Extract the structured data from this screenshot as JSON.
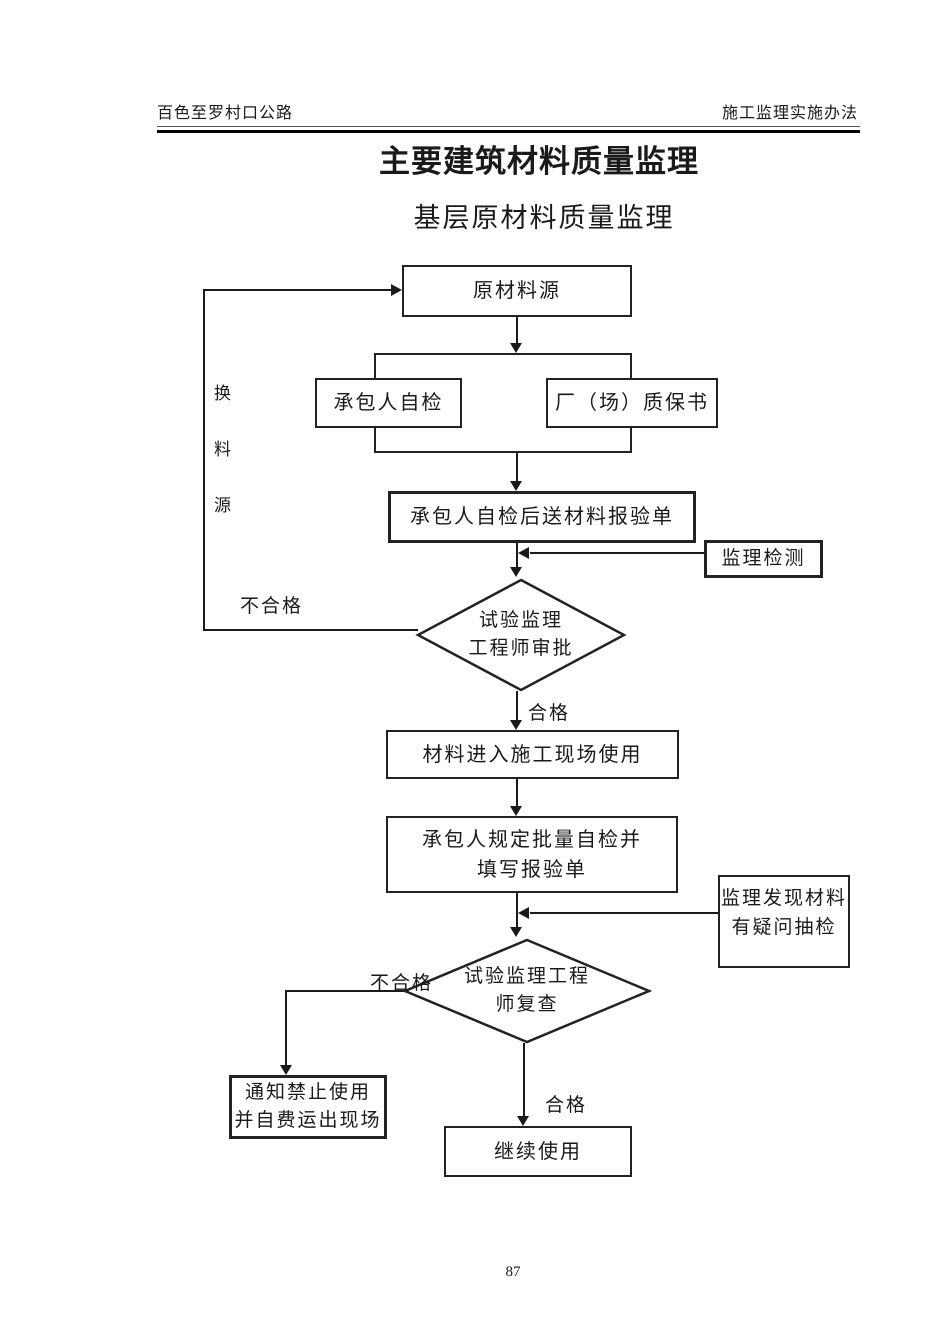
{
  "header": {
    "left": "百色至罗村口公路",
    "right": "施工监理实施办法"
  },
  "title": "主要建筑材料质量监理",
  "subtitle": "基层原材料质量监理",
  "flowchart": {
    "source_box": "原材料源",
    "change_source_chars": [
      "换",
      "料",
      "源"
    ],
    "self_check_box": "承包人自检",
    "factory_cert_box": "厂（场）质保书",
    "submit_box": "承包人自检后送材料报验单",
    "supervision_test_box": "监理检测",
    "approve_diamond_line1": "试验监理",
    "approve_diamond_line2": "工程师审批",
    "unqualified_label_1": "不合格",
    "qualified_label_1": "合格",
    "use_box": "材料进入施工现场使用",
    "batch_check_box_line1": "承包人规定批量自检并",
    "batch_check_box_line2": "填写报验单",
    "doubt_box_line1": "监理发现材料",
    "doubt_box_line2": "有疑问抽检",
    "recheck_diamond_line1": "试验监理工程",
    "recheck_diamond_line2": "师复查",
    "unqualified_label_2": "不合格",
    "qualified_label_2": "合格",
    "forbid_box_line1": "通知禁止使用",
    "forbid_box_line2": "并自费运出现场",
    "continue_box": "继续使用"
  },
  "footer": {
    "page_number": "87"
  },
  "colors": {
    "ink": "#1a1a1a",
    "background": "#ffffff"
  }
}
